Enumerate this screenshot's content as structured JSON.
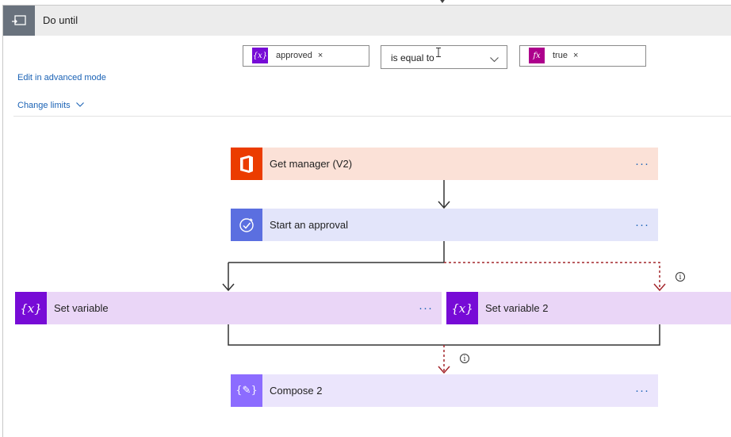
{
  "loop": {
    "title": "Do until",
    "condition": {
      "left_token": "approved",
      "operator": "is equal to",
      "right_token": "true"
    },
    "edit_advanced_label": "Edit in advanced mode",
    "change_limits_label": "Change limits"
  },
  "actions": {
    "get_manager": "Get manager (V2)",
    "start_approval": "Start an approval",
    "set_variable": "Set variable",
    "set_variable_2": "Set variable 2",
    "compose_2": "Compose 2"
  },
  "ui": {
    "more_glyph": "···",
    "remove_glyph": "×",
    "info_glyph": "i"
  },
  "colors": {
    "office_orange": "#eb3c00",
    "approval_blue": "#5b6fe0",
    "variable_purple": "#770bd6",
    "compose_purple": "#8c6cff",
    "expression_pink": "#ad008c",
    "link_blue": "#1a62b5",
    "run_after_red": "#a4262c"
  }
}
